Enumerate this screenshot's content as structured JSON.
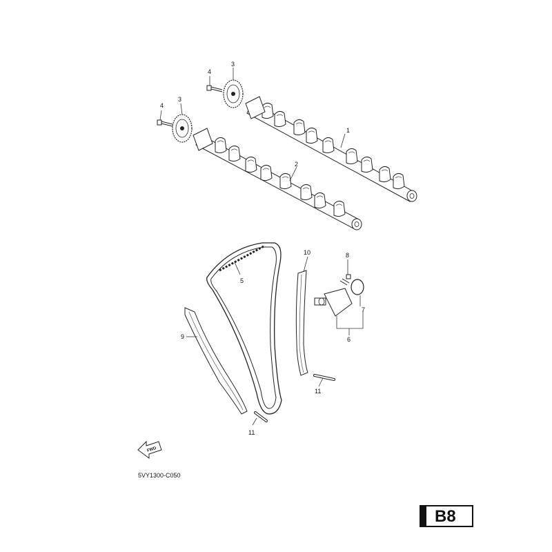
{
  "callouts": {
    "c1": "1",
    "c2": "2",
    "c3a": "3",
    "c3b": "3",
    "c4a": "4",
    "c4b": "4",
    "c5": "5",
    "c6": "6",
    "c7": "7",
    "c8": "8",
    "c9": "9",
    "c10": "10",
    "c11a": "11",
    "c11b": "11"
  },
  "fwd_label": "FWD",
  "diagram_code": "5VY1300-C050",
  "page_badge": "B8"
}
